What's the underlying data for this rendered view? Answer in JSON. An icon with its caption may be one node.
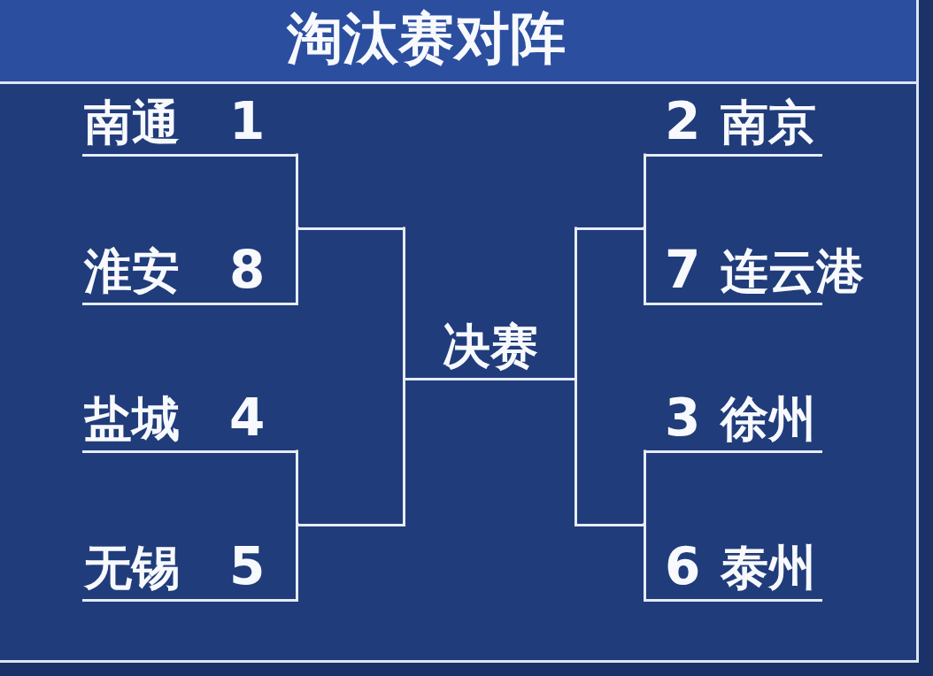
{
  "diagram": {
    "title": "淘汰赛对阵",
    "nodes": [
      {
        "text": [
          "南通",
          "1"
        ]
      },
      {
        "text": [
          "淮安",
          "8"
        ]
      },
      {
        "text": [
          "盐城",
          "4"
        ]
      },
      {
        "text": [
          "无锡",
          "5"
        ]
      },
      {
        "text": [],
        "shape": "line"
      },
      {
        "text": [],
        "shape": "line"
      },
      {
        "text": [
          "决赛"
        ]
      },
      {
        "text": [],
        "shape": "line"
      },
      {
        "text": [],
        "shape": "line"
      },
      {
        "text": [
          "2",
          "南京"
        ]
      },
      {
        "text": [
          "7",
          "连云港"
        ]
      },
      {
        "text": [
          "3",
          "徐州"
        ]
      },
      {
        "text": [
          "6",
          "泰州"
        ]
      }
    ],
    "edges": [
      {
        "from": 0,
        "to": 4,
        "arrow": "none"
      },
      {
        "from": 1,
        "to": 4,
        "arrow": "none"
      },
      {
        "from": 2,
        "to": 5,
        "arrow": "none"
      },
      {
        "from": 3,
        "to": 5,
        "arrow": "none"
      },
      {
        "from": 4,
        "to": 6,
        "arrow": "none"
      },
      {
        "from": 5,
        "to": 6,
        "arrow": "none"
      },
      {
        "from": 9,
        "to": 7,
        "arrow": "none"
      },
      {
        "from": 10,
        "to": 7,
        "arrow": "none"
      },
      {
        "from": 11,
        "to": 8,
        "arrow": "none"
      },
      {
        "from": 12,
        "to": 8,
        "arrow": "none"
      },
      {
        "from": 7,
        "to": 6,
        "arrow": "none"
      },
      {
        "from": 8,
        "to": 6,
        "arrow": "none"
      }
    ]
  }
}
